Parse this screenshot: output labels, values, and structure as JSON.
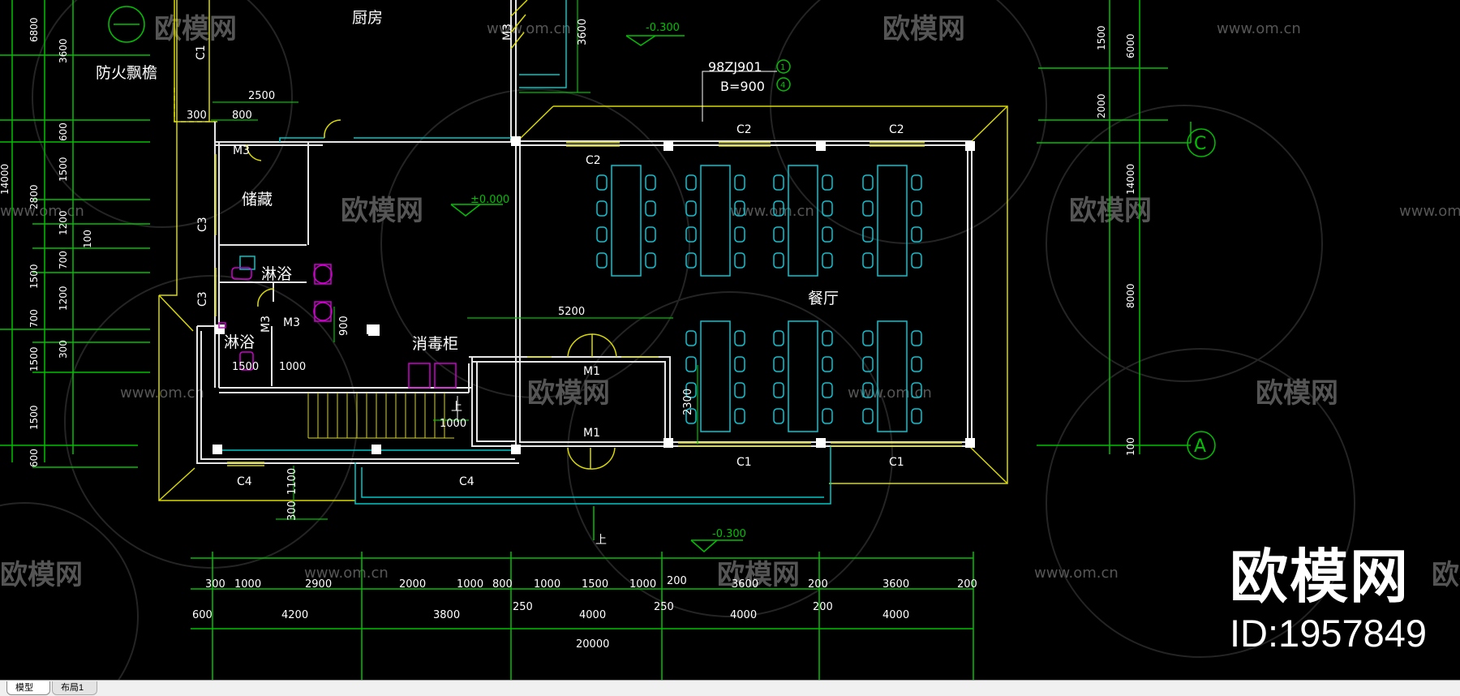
{
  "rooms": {
    "kitchen": "厨房",
    "fire_canopy": "防火飘檐",
    "storage": "储藏",
    "shower_1": "淋浴",
    "shower_2": "淋浴",
    "disinfection": "消毒柜",
    "dining": "餐厅"
  },
  "doors": {
    "m3_a": "M3",
    "m3_b": "M3",
    "m3_c": "M3",
    "m3_d": "M3",
    "m1_top": "M1",
    "m1_bottom": "M1"
  },
  "windows": {
    "c1_left": "C1",
    "c1_right": "C1",
    "c1_top": "C1",
    "c2_left": "C2",
    "c2_mid": "C2",
    "c2_right": "C2",
    "c3_top": "C3",
    "c3_bottom": "C3",
    "c4_left": "C4",
    "c4_right": "C4"
  },
  "levels": {
    "top": "-0.300",
    "floor": "±0.000",
    "bottom": "-0.300"
  },
  "stairs_up_1": "上",
  "stairs_up_2": "上",
  "callout": {
    "ref": "98ZJ901",
    "width": "B=900",
    "n1": "1",
    "n2": "4"
  },
  "axes": {
    "c": "C",
    "a": "A"
  },
  "dims": {
    "d2500": "2500",
    "d300a": "300",
    "d800": "800",
    "d5200": "5200",
    "d900": "900",
    "d2300": "2300",
    "d1500a": "1500",
    "d1000a": "1000",
    "d1000b": "1000",
    "d3600v": "3600",
    "d1100": "1100",
    "d300b": "300",
    "d100": "100"
  },
  "left_dims": {
    "a": "6800",
    "b": "3600",
    "c": "600",
    "d": "1500",
    "e": "2800",
    "f": "1200",
    "g": "700",
    "h": "1500",
    "i": "1200",
    "j": "700",
    "k": "300",
    "l": "1500",
    "m": "1500",
    "n": "600",
    "o": "14000"
  },
  "right_dims": {
    "a": "1500",
    "b": "6000",
    "c": "2000",
    "d": "14000",
    "e": "8000",
    "f": "100"
  },
  "bottom_row1": [
    "300",
    "1000",
    "2900",
    "2000",
    "1000",
    "800",
    "1000",
    "1500",
    "1000",
    "200",
    "3600",
    "200",
    "3600",
    "200"
  ],
  "bottom_row2": [
    "600",
    "4200",
    "3800",
    "250",
    "4000",
    "250",
    "4000",
    "200",
    "4000"
  ],
  "bottom_total": "20000",
  "watermark": {
    "url": "www.om.cn",
    "logo": "欧模网"
  },
  "brand": {
    "logo": "欧模网",
    "id": "ID:1957849"
  },
  "tabs": {
    "model": "模型",
    "layout": "布局1"
  }
}
